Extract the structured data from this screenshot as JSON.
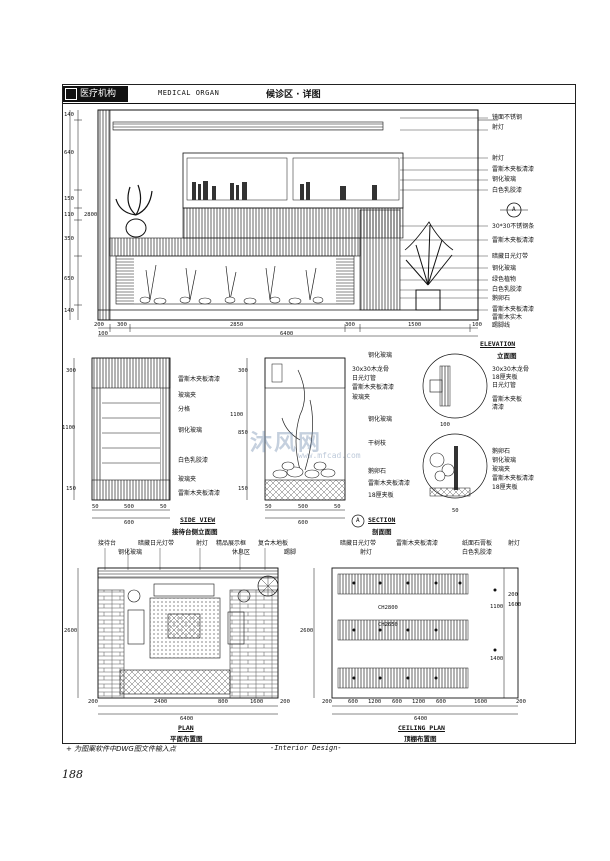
{
  "header": {
    "logo_text": "医疗机构",
    "title_en": "MEDICAL ORGAN",
    "title_cn": "候诊区 · 详图"
  },
  "elevation": {
    "caption_en": "ELEVATION",
    "caption_cn": "立面图",
    "labels_right": [
      "镜面不锈钢",
      "射灯",
      "射灯",
      "雷斯木夹板清漆",
      "钢化玻璃",
      "白色乳胶漆",
      "30*30不锈钢条",
      "雷斯木夹板清漆",
      "暗藏日光灯带",
      "钢化玻璃",
      "绿色植物",
      "白色乳胶漆",
      "鹅卵石",
      "雷斯木夹板清漆",
      "雷斯木实木",
      "踢脚线"
    ],
    "dims_left": [
      "140",
      "640",
      "150",
      "110",
      "350",
      "650",
      "140"
    ],
    "dim_left_total": "2800",
    "dims_bottom": [
      "200",
      "300",
      "2850",
      "300",
      "1500",
      "100"
    ],
    "dim_bottom_extra": "100",
    "dim_bottom_total": "6400",
    "section_marker": "A"
  },
  "side_view": {
    "caption_en": "SIDE VIEW",
    "caption_cn": "接待台侧立面图",
    "labels": [
      "雷斯木夹板清漆",
      "玻璃夹",
      "分格",
      "钢化玻璃",
      "白色乳胶漆",
      "玻璃夹",
      "雷斯木夹板清漆"
    ],
    "dims_left": [
      "300",
      "1100",
      "150"
    ],
    "dims_bottom": [
      "50",
      "500",
      "50"
    ],
    "dim_total": "600"
  },
  "section": {
    "caption_en": "SECTION",
    "caption_cn": "剖面图",
    "marker": "A",
    "labels": [
      "钢化玻璃",
      "30x30木龙骨",
      "日光灯管",
      "雷斯木夹板清漆",
      "玻璃夹",
      "钢化玻璃",
      "干树枝",
      "鹅卵石",
      "雷斯木夹板清漆",
      "18厘夹板"
    ],
    "dims_left": [
      "300",
      "850",
      "150"
    ],
    "dim_left_total": "1100",
    "dims_bottom": [
      "50",
      "500",
      "50"
    ],
    "dim_total": "600"
  },
  "details": {
    "upper_labels": [
      "30x30木龙骨",
      "18厘夹板",
      "日光灯管",
      "雷斯木夹板",
      "清漆"
    ],
    "upper_dim": "100",
    "lower_labels": [
      "鹅卵石",
      "钢化玻璃",
      "玻璃夹",
      "雷斯木夹板清漆",
      "18厘夹板"
    ],
    "lower_dim": "50"
  },
  "plan": {
    "caption_en": "PLAN",
    "caption_cn": "平面布置图",
    "labels_top": [
      "接待台",
      "暗藏日光灯带",
      "射灯",
      "精品展示框",
      "复合木地板",
      "钢化玻璃",
      "休息区",
      "踢脚"
    ],
    "dim_left": "2600",
    "dims_bottom": [
      "200",
      "2400",
      "800",
      "1600",
      "200"
    ],
    "dim_total": "6400"
  },
  "ceiling": {
    "caption_en": "CEILING PLAN",
    "caption_cn": "顶棚布置图",
    "labels_top": [
      "暗藏日光灯带",
      "射灯",
      "雷斯木夹板清漆",
      "纸面石膏板",
      "白色乳胶漆",
      "射灯"
    ],
    "level_1": "CH2800",
    "level_2": "CH2650",
    "dim_left": "2600",
    "dims_right": [
      "1100",
      "1400"
    ],
    "dims_right_small": [
      "200",
      "1600"
    ],
    "dims_bottom": [
      "200",
      "600",
      "1200",
      "600",
      "1200",
      "600",
      "1600",
      "200"
    ],
    "dim_total": "6400"
  },
  "footer": {
    "note": "+ 为图案软件中DWG图文件输入点",
    "center": "-Interior Design-",
    "page_number": "188"
  },
  "watermark": {
    "text": "沐风网",
    "sub": "www.mfcad.com"
  }
}
